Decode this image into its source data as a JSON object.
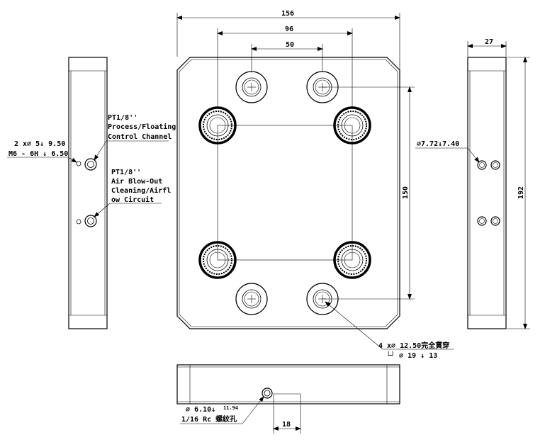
{
  "dimensions": {
    "overall_width": "156",
    "fitting_spacing": "96",
    "inner_spacing": "50",
    "fitting_pitch_vertical": "150",
    "overall_height": "192",
    "side_thickness": "27",
    "bottom_width": "18"
  },
  "callouts": {
    "left_threads_line1": "2 x∅ 5↓ 9.50",
    "left_threads_line2": "M6 - 6H ↓ 6.50",
    "port_process_line1": "PT1/8''",
    "port_process_line2": "Process/Floating",
    "port_process_line3": "Control Channel",
    "port_air_line1": "PT1/8''",
    "port_air_line2": "Air Blow-Out",
    "port_air_line3": "Cleaning/Airfl",
    "port_air_line4": "ow Circuit",
    "right_hole": "∅7.72↓7.40",
    "through_holes_line1": "4 x∅ 12.50完全貫穿",
    "through_holes_line2": "└┘ ∅ 19 ↓ 13",
    "bottom_port_line1": "∅ 6.10↓",
    "bottom_port_depth": "11.94",
    "bottom_port_line2": "1/16 Rc 螺紋孔"
  }
}
